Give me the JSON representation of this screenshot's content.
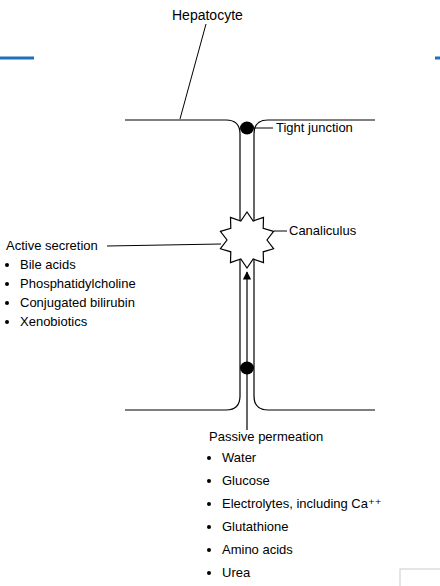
{
  "diagram": {
    "labels": [
      "Hepatocyte",
      "Tight junction",
      "Canaliculus",
      "Active secretion",
      "Bile acids",
      "Phosphatidylcholine",
      "Conjugated bilirubin",
      "Xenobiotics",
      "Passive permeation",
      "Water",
      "Glucose",
      "Electrolytes, including Ca⁺⁺",
      "Glutathione",
      "Amino acids",
      "Urea"
    ]
  }
}
